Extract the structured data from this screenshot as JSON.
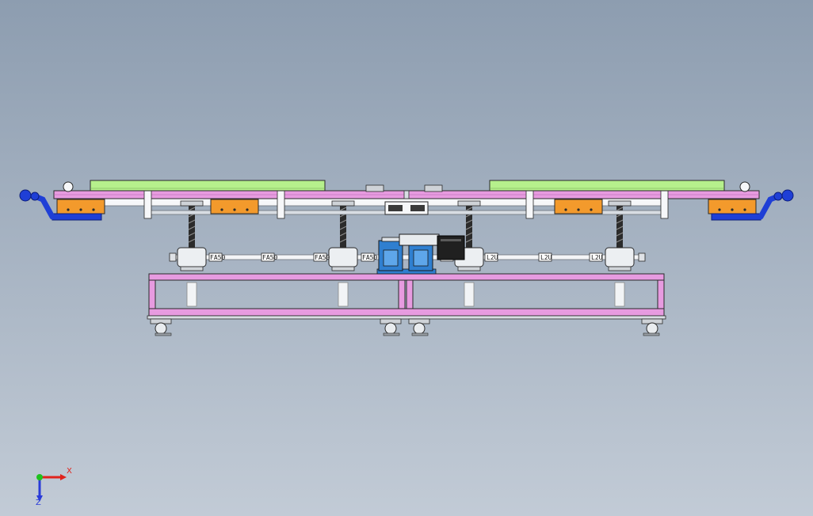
{
  "viewport": {
    "background_top": "#8d9db0",
    "background_bottom": "#c2cbd6"
  },
  "colors": {
    "frame_pink": "#e79be0",
    "pad_green": "#b6f08c",
    "block_orange": "#f39a2c",
    "handle_blue": "#1f3fd6",
    "gearbox_blue": "#2f7fd0",
    "motor_dark": "#202020",
    "outline": "#2a2a2a",
    "rail_grey": "#d8dde3"
  },
  "coupling_labels": [
    "FA50",
    "FA50",
    "FA50",
    "FA50",
    "L2U",
    "L2U",
    "L2U",
    "L2U"
  ],
  "triad": {
    "x_label": "X",
    "z_label": "Z",
    "x_color": "#e0231c",
    "y_color": "#1ec21e",
    "z_color": "#2a3bd9"
  }
}
